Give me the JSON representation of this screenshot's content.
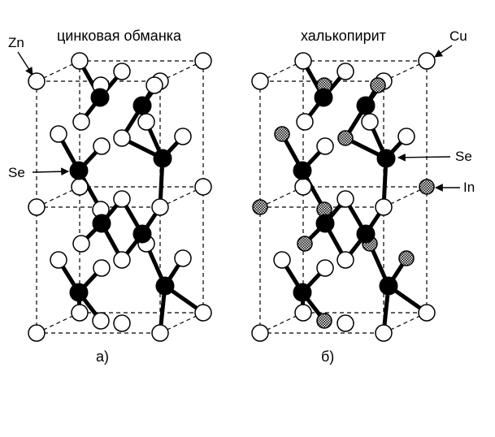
{
  "panel_a": {
    "title": "цинковая обманка",
    "caption": "а)",
    "label_zn": "Zn",
    "label_se": "Se"
  },
  "panel_b": {
    "title": "халькопирит",
    "caption": "б)",
    "label_cu": "Cu",
    "label_se": "Se",
    "label_in": "In"
  },
  "footer_mark": "_",
  "colors": {
    "background": "#ffffff",
    "anion_fill": "#000000",
    "cation_fill": "#ffffff",
    "indium_fill": "hatched-gray"
  }
}
